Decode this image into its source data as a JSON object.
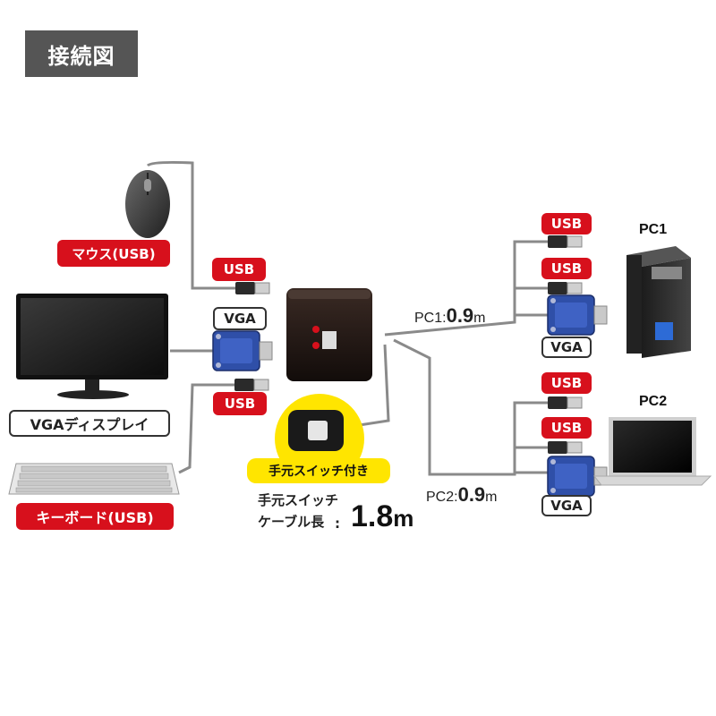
{
  "title": "接続図",
  "labels": {
    "mouse": "マウス(USB)",
    "usb_mouse_plug": "USB",
    "vga_monitor": "VGA",
    "usb_keyboard_plug": "USB",
    "monitor": "VGAディスプレイ",
    "keyboard": "キーボード(USB)",
    "pc1_usb_a": "USB",
    "pc1_usb_b": "USB",
    "pc1_vga": "VGA",
    "pc2_usb_a": "USB",
    "pc2_usb_b": "USB",
    "pc2_vga": "VGA",
    "pc1": "PC1",
    "pc2": "PC2",
    "pc1_cable_prefix": "PC1:",
    "pc1_cable_value": "0.9",
    "pc1_cable_unit": "m",
    "pc2_cable_prefix": "PC2:",
    "pc2_cable_value": "0.9",
    "pc2_cable_unit": "m",
    "hand_switch_badge": "手元スイッチ付き",
    "hand_switch_line1": "手元スイッチ",
    "hand_switch_line2": "ケーブル長",
    "hand_switch_colon": ":",
    "hand_switch_length_value": "1.8",
    "hand_switch_length_unit": "m"
  },
  "colors": {
    "red_tag": "#d7101c",
    "title_bg": "#555555",
    "yellow_badge": "#ffe500",
    "vga_blue": "#2f4fa8",
    "cable_gray": "#8a8a8a"
  }
}
